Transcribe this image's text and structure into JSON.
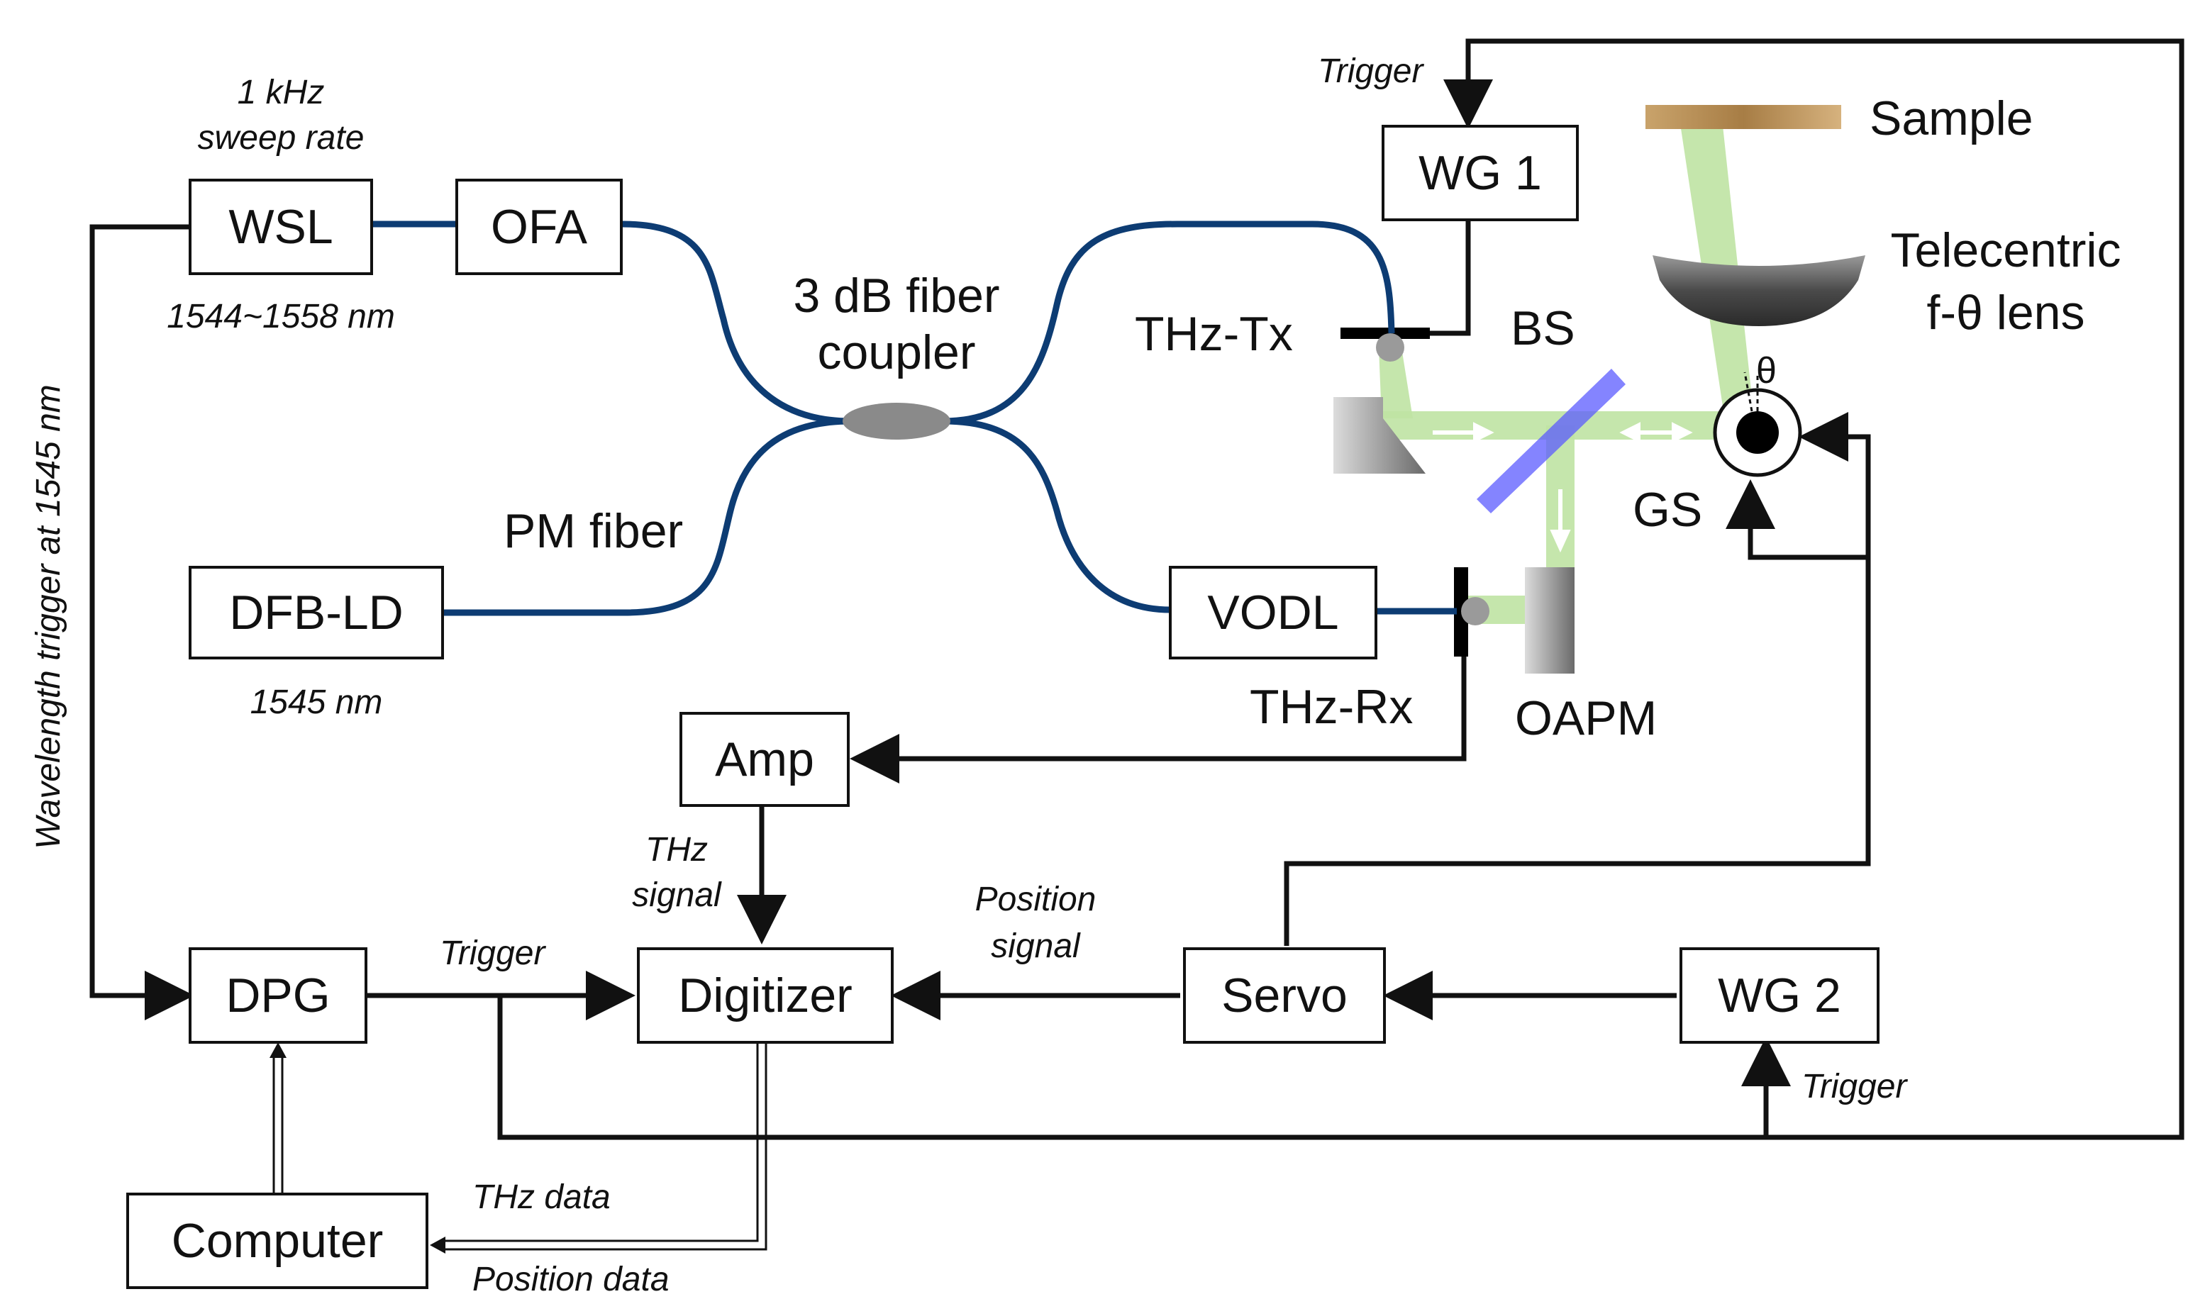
{
  "boxes": {
    "wsl": "WSL",
    "ofa": "OFA",
    "dfb_ld": "DFB-LD",
    "vodl": "VODL",
    "wg1": "WG 1",
    "wg2": "WG 2",
    "amp": "Amp",
    "dpg": "DPG",
    "digitizer": "Digitizer",
    "servo": "Servo",
    "computer": "Computer"
  },
  "labels": {
    "sweep_rate_1": "1 kHz",
    "sweep_rate_2": "sweep rate",
    "wsl_range": "1544~1558 nm",
    "dfb_wavelength": "1545 nm",
    "coupler_1": "3 dB fiber",
    "coupler_2": "coupler",
    "pm_fiber": "PM fiber",
    "thz_tx": "THz-Tx",
    "thz_rx": "THz-Rx",
    "bs": "BS",
    "gs": "GS",
    "oapm": "OAPM",
    "sample": "Sample",
    "lens_1": "Telecentric",
    "lens_2": "f-θ lens",
    "theta": "θ",
    "trigger_wg1": "Trigger",
    "trigger_dpg": "Trigger",
    "trigger_wg2": "Trigger",
    "thz_signal_1": "THz",
    "thz_signal_2": "signal",
    "position_signal_1": "Position",
    "position_signal_2": "signal",
    "thz_data": "THz data",
    "position_data": "Position data",
    "wavelength_trigger": "Wavelength trigger at 1545 nm"
  }
}
